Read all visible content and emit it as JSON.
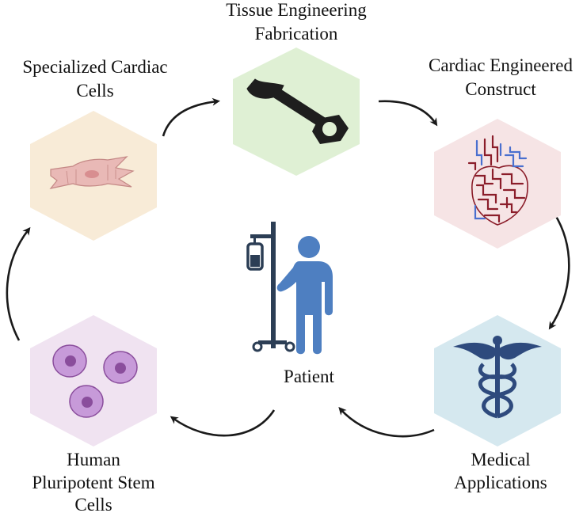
{
  "nodes": {
    "fabrication": {
      "lines": [
        "Tissue Engineering",
        "Fabrication"
      ],
      "fill": "#dff0d4",
      "icon": "wrench-icon"
    },
    "construct": {
      "lines": [
        "Cardiac Engineered",
        "Construct"
      ],
      "fill": "#f6e4e5",
      "icon": "heart-circuit-icon"
    },
    "medical": {
      "lines": [
        "Medical",
        "Applications"
      ],
      "fill": "#d5e8ef",
      "icon": "caduceus-icon"
    },
    "stem_cells": {
      "lines": [
        "Human",
        "Pluripotent Stem",
        "Cells"
      ],
      "fill": "#f0e3f1",
      "icon": "stem-cells-icon"
    },
    "cardiac_cells": {
      "lines": [
        "Specialized Cardiac",
        "Cells"
      ],
      "fill": "#f8ebd7",
      "icon": "cardiomyocyte-icon"
    }
  },
  "center": {
    "label": "Patient",
    "icon": "patient-iv-icon",
    "color": "#4e7fc1"
  },
  "colors": {
    "arrow": "#1a1a1a",
    "wrench": "#1e1e1e",
    "heart_red": "#8b1d2a",
    "heart_blue": "#4a6fcf",
    "caduceus": "#2e4a7d",
    "cell_fill": "#c79ad9",
    "cell_nucleus": "#8a4d9c"
  }
}
